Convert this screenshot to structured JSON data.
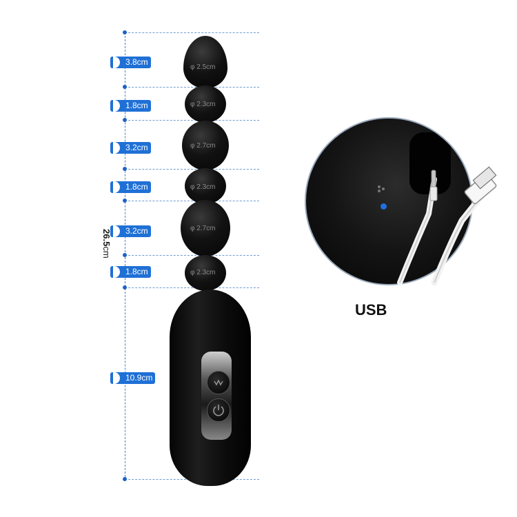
{
  "image": {
    "description": "product dimension diagram of a black beaded device with a USB charging inset",
    "colors": {
      "ruler": "#1f70d6",
      "product": "#0a0a0a",
      "led": "#1f6fe0",
      "background": "#ffffff"
    }
  },
  "dimensions": {
    "total": {
      "value": "26.5",
      "unit": "cm"
    },
    "segments": [
      {
        "label": "3.8cm"
      },
      {
        "label": "1.8cm"
      },
      {
        "label": "3.2cm"
      },
      {
        "label": "1.8cm"
      },
      {
        "label": "3.2cm"
      },
      {
        "label": "1.8cm"
      },
      {
        "label": "10.9cm"
      }
    ]
  },
  "beads": [
    {
      "label": "φ 2.5cm"
    },
    {
      "label": "φ 2.3cm"
    },
    {
      "label": "φ 2.7cm"
    },
    {
      "label": "φ 2.3cm"
    },
    {
      "label": "φ 2.7cm"
    },
    {
      "label": "φ 2.3cm"
    }
  ],
  "handle": {
    "buttons": [
      {
        "icon": "vibration-icon"
      },
      {
        "icon": "power-icon"
      }
    ]
  },
  "inset": {
    "label": "USB",
    "icons": [
      "charging-port-icon",
      "usb-cable-icon",
      "audio-jack-icon"
    ]
  }
}
